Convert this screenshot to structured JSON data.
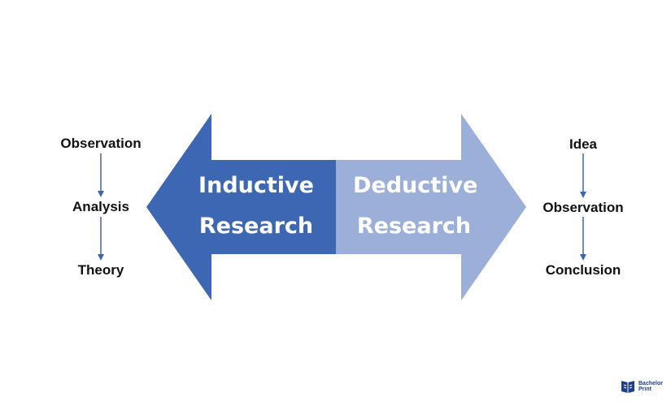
{
  "colors": {
    "inductive_fill": "#3d67b3",
    "deductive_fill": "#9bafd9",
    "connector": "#3d67b3",
    "label_text": "#111111",
    "arrow_text": "#ffffff",
    "brand": "#1f3f8a"
  },
  "inductive": {
    "arrow_line1": "Inductive",
    "arrow_line2": "Research",
    "direction": "left",
    "steps": [
      "Observation",
      "Analysis",
      "Theory"
    ]
  },
  "deductive": {
    "arrow_line1": "Deductive",
    "arrow_line2": "Research",
    "direction": "right",
    "steps": [
      "Idea",
      "Observation",
      "Conclusion"
    ]
  },
  "brand": {
    "icon": "book-logo-icon",
    "line1": "Bachelor",
    "line2": "Print"
  }
}
